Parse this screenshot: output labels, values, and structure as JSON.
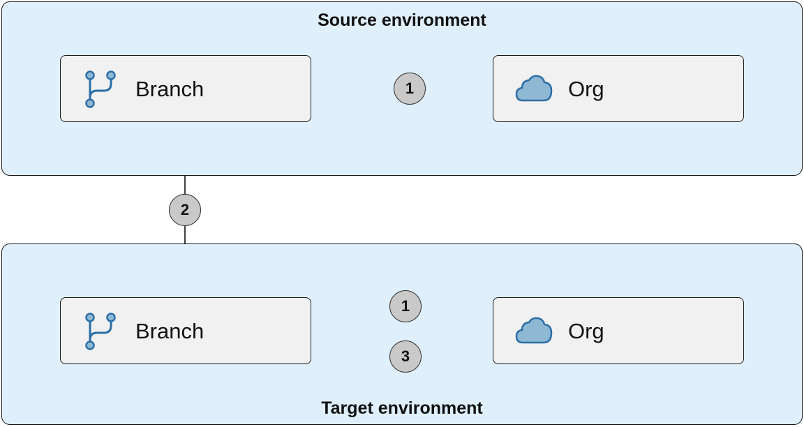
{
  "environments": {
    "source": {
      "title": "Source environment"
    },
    "target": {
      "title": "Target environment"
    }
  },
  "nodes": {
    "source_branch": {
      "label": "Branch",
      "icon": "git-branch-icon"
    },
    "source_org": {
      "label": "Org",
      "icon": "cloud-icon"
    },
    "target_branch": {
      "label": "Branch",
      "icon": "git-branch-icon"
    },
    "target_org": {
      "label": "Org",
      "icon": "cloud-icon"
    }
  },
  "steps": {
    "source_retrieve": "1",
    "migrate": "2",
    "target_retrieve": "1",
    "target_deploy": "3"
  },
  "colors": {
    "environment_fill": "#dfeffc",
    "node_fill": "#f1f1f1",
    "step_fill": "#c9c9c9",
    "icon_stroke": "#2b6ea6",
    "cloud_fill": "#8fb8d4"
  }
}
